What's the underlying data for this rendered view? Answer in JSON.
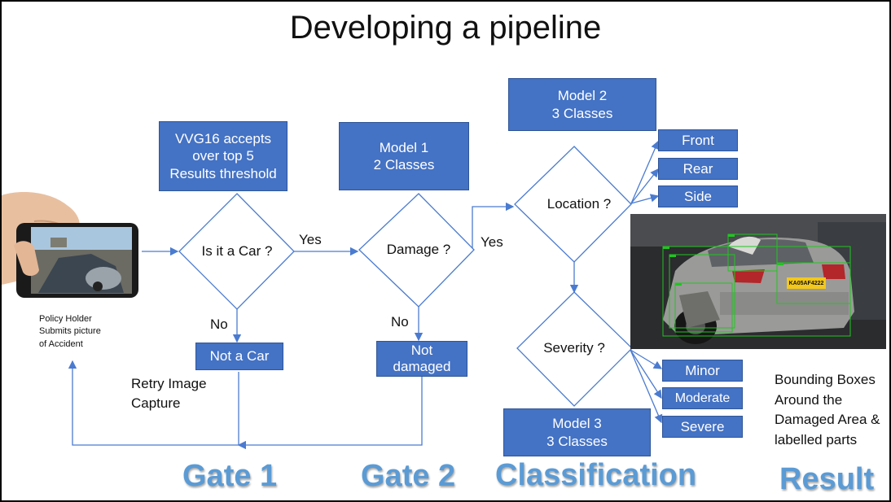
{
  "title": "Developing a pipeline",
  "boxes": {
    "vgg": "VVG16 accepts\nover top 5\nResults threshold",
    "model1": "Model 1\n2 Classes",
    "model2": "Model 2\n3 Classes",
    "model3": "Model 3\n3 Classes",
    "not_car": "Not a Car",
    "not_damaged": "Not\ndamaged"
  },
  "decisions": {
    "is_car": "Is it a Car ?",
    "damage": "Damage ?",
    "location": "Location ?",
    "severity": "Severity ?"
  },
  "edges": {
    "yes1": "Yes",
    "yes2": "Yes",
    "no1": "No",
    "no2": "No"
  },
  "location_classes": [
    "Front",
    "Rear",
    "Side"
  ],
  "severity_classes": [
    "Minor",
    "Moderate",
    "Severe"
  ],
  "caption_phone": "Policy Holder\nSubmits picture\nof Accident",
  "retry": "Retry Image\nCapture",
  "result_text": "Bounding Boxes\nAround the\nDamaged Area &\nlabelled parts",
  "sections": {
    "gate1": "Gate 1",
    "gate2": "Gate 2",
    "classification": "Classification",
    "result": "Result"
  },
  "car_plate": "KA05AF4222",
  "colors": {
    "box_fill": "#4472c4",
    "line": "#4a7bd0",
    "section_text": "#5b9bd5"
  }
}
